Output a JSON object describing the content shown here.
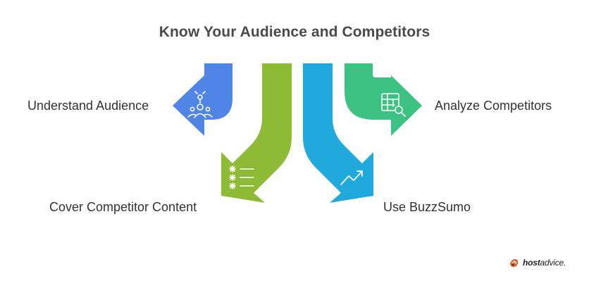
{
  "title": "Know Your Audience and Competitors",
  "items": [
    {
      "label": "Understand Audience",
      "icon": "audience-group-icon",
      "color": "#4f86e6"
    },
    {
      "label": "Cover Competitor Content",
      "icon": "checklist-icon",
      "color": "#8dbb35"
    },
    {
      "label": "Use BuzzSumo",
      "icon": "trend-up-icon",
      "color": "#1fa9dc"
    },
    {
      "label": "Analyze Competitors",
      "icon": "table-search-icon",
      "color": "#3cc384"
    }
  ],
  "brand": {
    "bold": "host",
    "rest": "advice",
    "mark": "."
  }
}
